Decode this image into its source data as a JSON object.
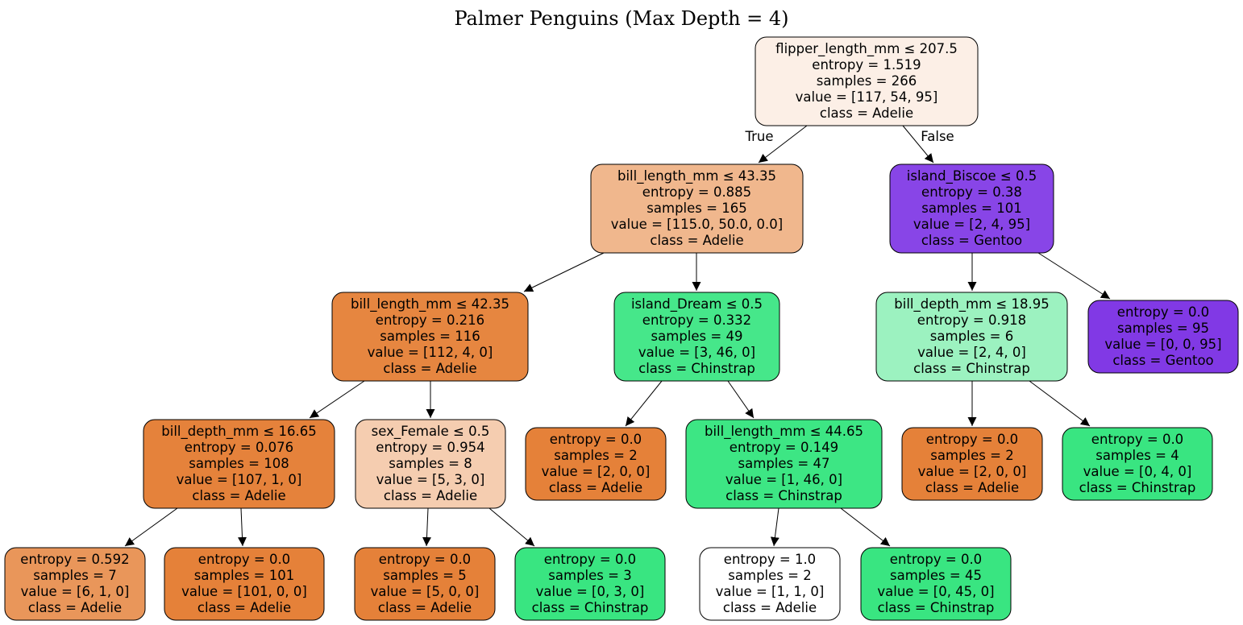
{
  "title": "Palmer Penguins (Max Depth = 4)",
  "class_colors": {
    "Adelie": "#e58139",
    "Chinstrap": "#39e581",
    "Gentoo": "#8139e5"
  },
  "nodes": [
    {
      "id": "n0",
      "lines": [
        "flipper_length_mm ≤ 207.5",
        "entropy = 1.519",
        "samples = 266",
        "value = [117, 54, 95]",
        "class = Adelie"
      ],
      "fill": "#fcefe6"
    },
    {
      "id": "n1",
      "lines": [
        "bill_length_mm ≤ 43.35",
        "entropy = 0.885",
        "samples = 165",
        "value = [115.0, 50.0, 0.0]",
        "class = Adelie"
      ],
      "fill": "#f0b78d"
    },
    {
      "id": "n2",
      "lines": [
        "island_Biscoe ≤ 0.5",
        "entropy = 0.38",
        "samples = 101",
        "value = [2, 4, 95]",
        "class = Gentoo"
      ],
      "fill": "#8845e7"
    },
    {
      "id": "n3",
      "lines": [
        "bill_length_mm ≤ 42.35",
        "entropy = 0.216",
        "samples = 116",
        "value = [112, 4, 0]",
        "class = Adelie"
      ],
      "fill": "#e68640"
    },
    {
      "id": "n4",
      "lines": [
        "island_Dream ≤ 0.5",
        "entropy = 0.332",
        "samples = 49",
        "value = [3, 46, 0]",
        "class = Chinstrap"
      ],
      "fill": "#46e78a"
    },
    {
      "id": "n5",
      "lines": [
        "bill_depth_mm ≤ 18.95",
        "entropy = 0.918",
        "samples = 6",
        "value = [2, 4, 0]",
        "class = Chinstrap"
      ],
      "fill": "#9cf2c0"
    },
    {
      "id": "n6",
      "lines": [
        "entropy = 0.0",
        "samples = 95",
        "value = [0, 0, 95]",
        "class = Gentoo"
      ],
      "fill": "#8139e5"
    },
    {
      "id": "n7",
      "lines": [
        "bill_depth_mm ≤ 16.65",
        "entropy = 0.076",
        "samples = 108",
        "value = [107, 1, 0]",
        "class = Adelie"
      ],
      "fill": "#e5823b"
    },
    {
      "id": "n8",
      "lines": [
        "sex_Female ≤ 0.5",
        "entropy = 0.954",
        "samples = 8",
        "value = [5, 3, 0]",
        "class = Adelie"
      ],
      "fill": "#f5cdb0"
    },
    {
      "id": "n9",
      "lines": [
        "entropy = 0.0",
        "samples = 2",
        "value = [2, 0, 0]",
        "class = Adelie"
      ],
      "fill": "#e58139"
    },
    {
      "id": "n10",
      "lines": [
        "bill_length_mm ≤ 44.65",
        "entropy = 0.149",
        "samples = 47",
        "value = [1, 46, 0]",
        "class = Chinstrap"
      ],
      "fill": "#3de684"
    },
    {
      "id": "n11",
      "lines": [
        "entropy = 0.0",
        "samples = 2",
        "value = [2, 0, 0]",
        "class = Adelie"
      ],
      "fill": "#e58139"
    },
    {
      "id": "n12",
      "lines": [
        "entropy = 0.0",
        "samples = 4",
        "value = [0, 4, 0]",
        "class = Chinstrap"
      ],
      "fill": "#39e581"
    },
    {
      "id": "n13",
      "lines": [
        "entropy = 0.592",
        "samples = 7",
        "value = [6, 1, 0]",
        "class = Adelie"
      ],
      "fill": "#e9965a"
    },
    {
      "id": "n14",
      "lines": [
        "entropy = 0.0",
        "samples = 101",
        "value = [101, 0, 0]",
        "class = Adelie"
      ],
      "fill": "#e58139"
    },
    {
      "id": "n15",
      "lines": [
        "entropy = 0.0",
        "samples = 5",
        "value = [5, 0, 0]",
        "class = Adelie"
      ],
      "fill": "#e58139"
    },
    {
      "id": "n16",
      "lines": [
        "entropy = 0.0",
        "samples = 3",
        "value = [0, 3, 0]",
        "class = Chinstrap"
      ],
      "fill": "#39e581"
    },
    {
      "id": "n17",
      "lines": [
        "entropy = 1.0",
        "samples = 2",
        "value = [1, 1, 0]",
        "class = Adelie"
      ],
      "fill": "#ffffff"
    },
    {
      "id": "n18",
      "lines": [
        "entropy = 0.0",
        "samples = 45",
        "value = [0, 45, 0]",
        "class = Chinstrap"
      ],
      "fill": "#39e581"
    }
  ],
  "edges": [
    {
      "from": "n0",
      "to": "n1",
      "label": "True"
    },
    {
      "from": "n0",
      "to": "n2",
      "label": "False"
    },
    {
      "from": "n1",
      "to": "n3"
    },
    {
      "from": "n1",
      "to": "n4"
    },
    {
      "from": "n2",
      "to": "n5"
    },
    {
      "from": "n2",
      "to": "n6"
    },
    {
      "from": "n3",
      "to": "n7"
    },
    {
      "from": "n3",
      "to": "n8"
    },
    {
      "from": "n4",
      "to": "n9"
    },
    {
      "from": "n4",
      "to": "n10"
    },
    {
      "from": "n5",
      "to": "n11"
    },
    {
      "from": "n5",
      "to": "n12"
    },
    {
      "from": "n7",
      "to": "n13"
    },
    {
      "from": "n7",
      "to": "n14"
    },
    {
      "from": "n8",
      "to": "n15"
    },
    {
      "from": "n8",
      "to": "n16"
    },
    {
      "from": "n10",
      "to": "n17"
    },
    {
      "from": "n10",
      "to": "n18"
    }
  ]
}
